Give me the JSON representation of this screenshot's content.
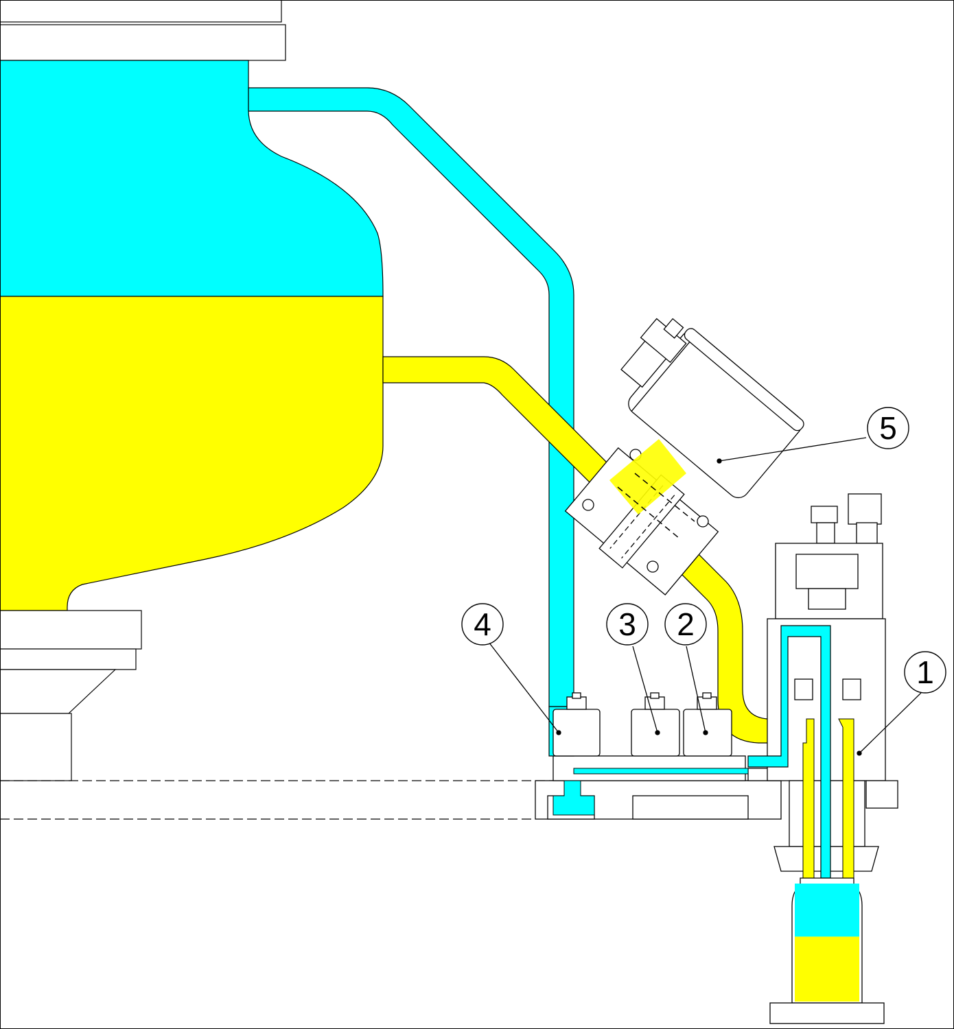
{
  "colors": {
    "gas": "#00ffff",
    "liquid": "#ffff00",
    "outline": "#000000",
    "background": "#ffffff",
    "body_fill": "#ffffff"
  },
  "callouts": [
    {
      "id": "1",
      "label": "1",
      "target": "filling-valve"
    },
    {
      "id": "2",
      "label": "2",
      "target": "solenoid-valve-2"
    },
    {
      "id": "3",
      "label": "3",
      "target": "solenoid-valve-3"
    },
    {
      "id": "4",
      "label": "4",
      "target": "solenoid-valve-4"
    },
    {
      "id": "5",
      "label": "5",
      "target": "actuated-valve"
    }
  ],
  "bottle": {
    "liquid_fraction": 0.55,
    "gas_fraction": 0.45
  }
}
